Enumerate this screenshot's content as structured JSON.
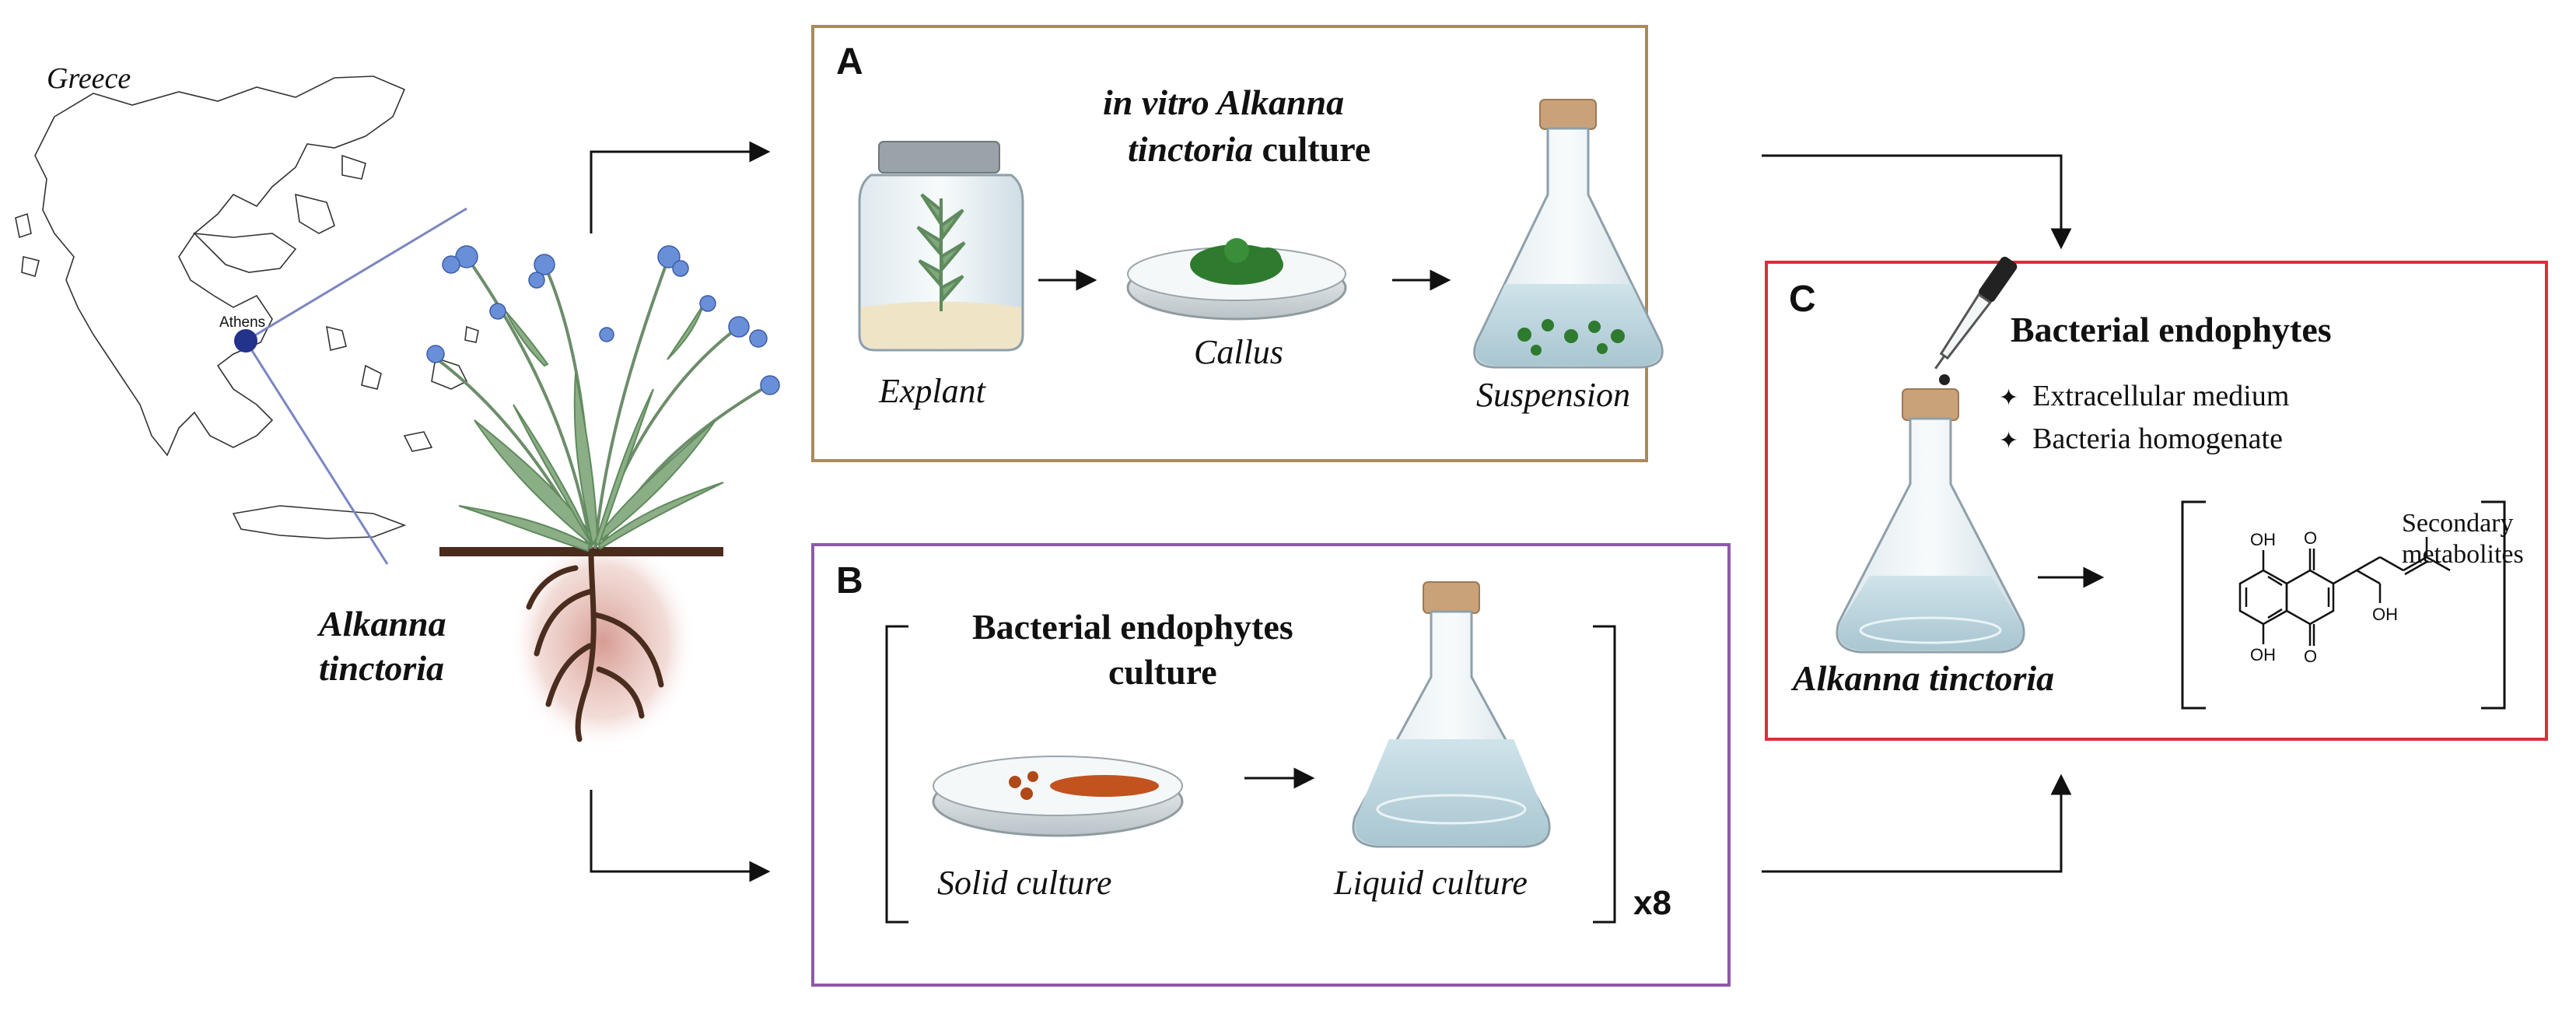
{
  "map": {
    "country_label": "Greece",
    "city_label": "Athens"
  },
  "plant": {
    "name_line1": "Alkanna",
    "name_line2": "tinctoria"
  },
  "panel_a": {
    "letter": "A",
    "title_line1": "in vitro Alkanna",
    "title_line2_italic": "tinctoria",
    "title_line2_rest": " culture",
    "steps": [
      "Explant",
      "Callus",
      "Suspension"
    ],
    "border_color": "#a88a5e"
  },
  "panel_b": {
    "letter": "B",
    "title_line1": "Bacterial endophytes",
    "title_line2": "culture",
    "steps": [
      "Solid culture",
      "Liquid culture"
    ],
    "multiplier": "x8",
    "border_color": "#8e5aa8"
  },
  "panel_c": {
    "letter": "C",
    "title": "Bacterial endophytes",
    "bullets": [
      "Extracellular medium",
      "Bacteria homogenate"
    ],
    "flask_label": "Alkanna tinctoria",
    "result_label_line1": "Secondary",
    "result_label_line2": "metabolites",
    "molecule_labels": {
      "oh_top": "OH",
      "o_top": "O",
      "oh_bottom": "OH",
      "o_bottom": "O",
      "oh_side": "OH"
    },
    "border_color": "#d9303a"
  }
}
